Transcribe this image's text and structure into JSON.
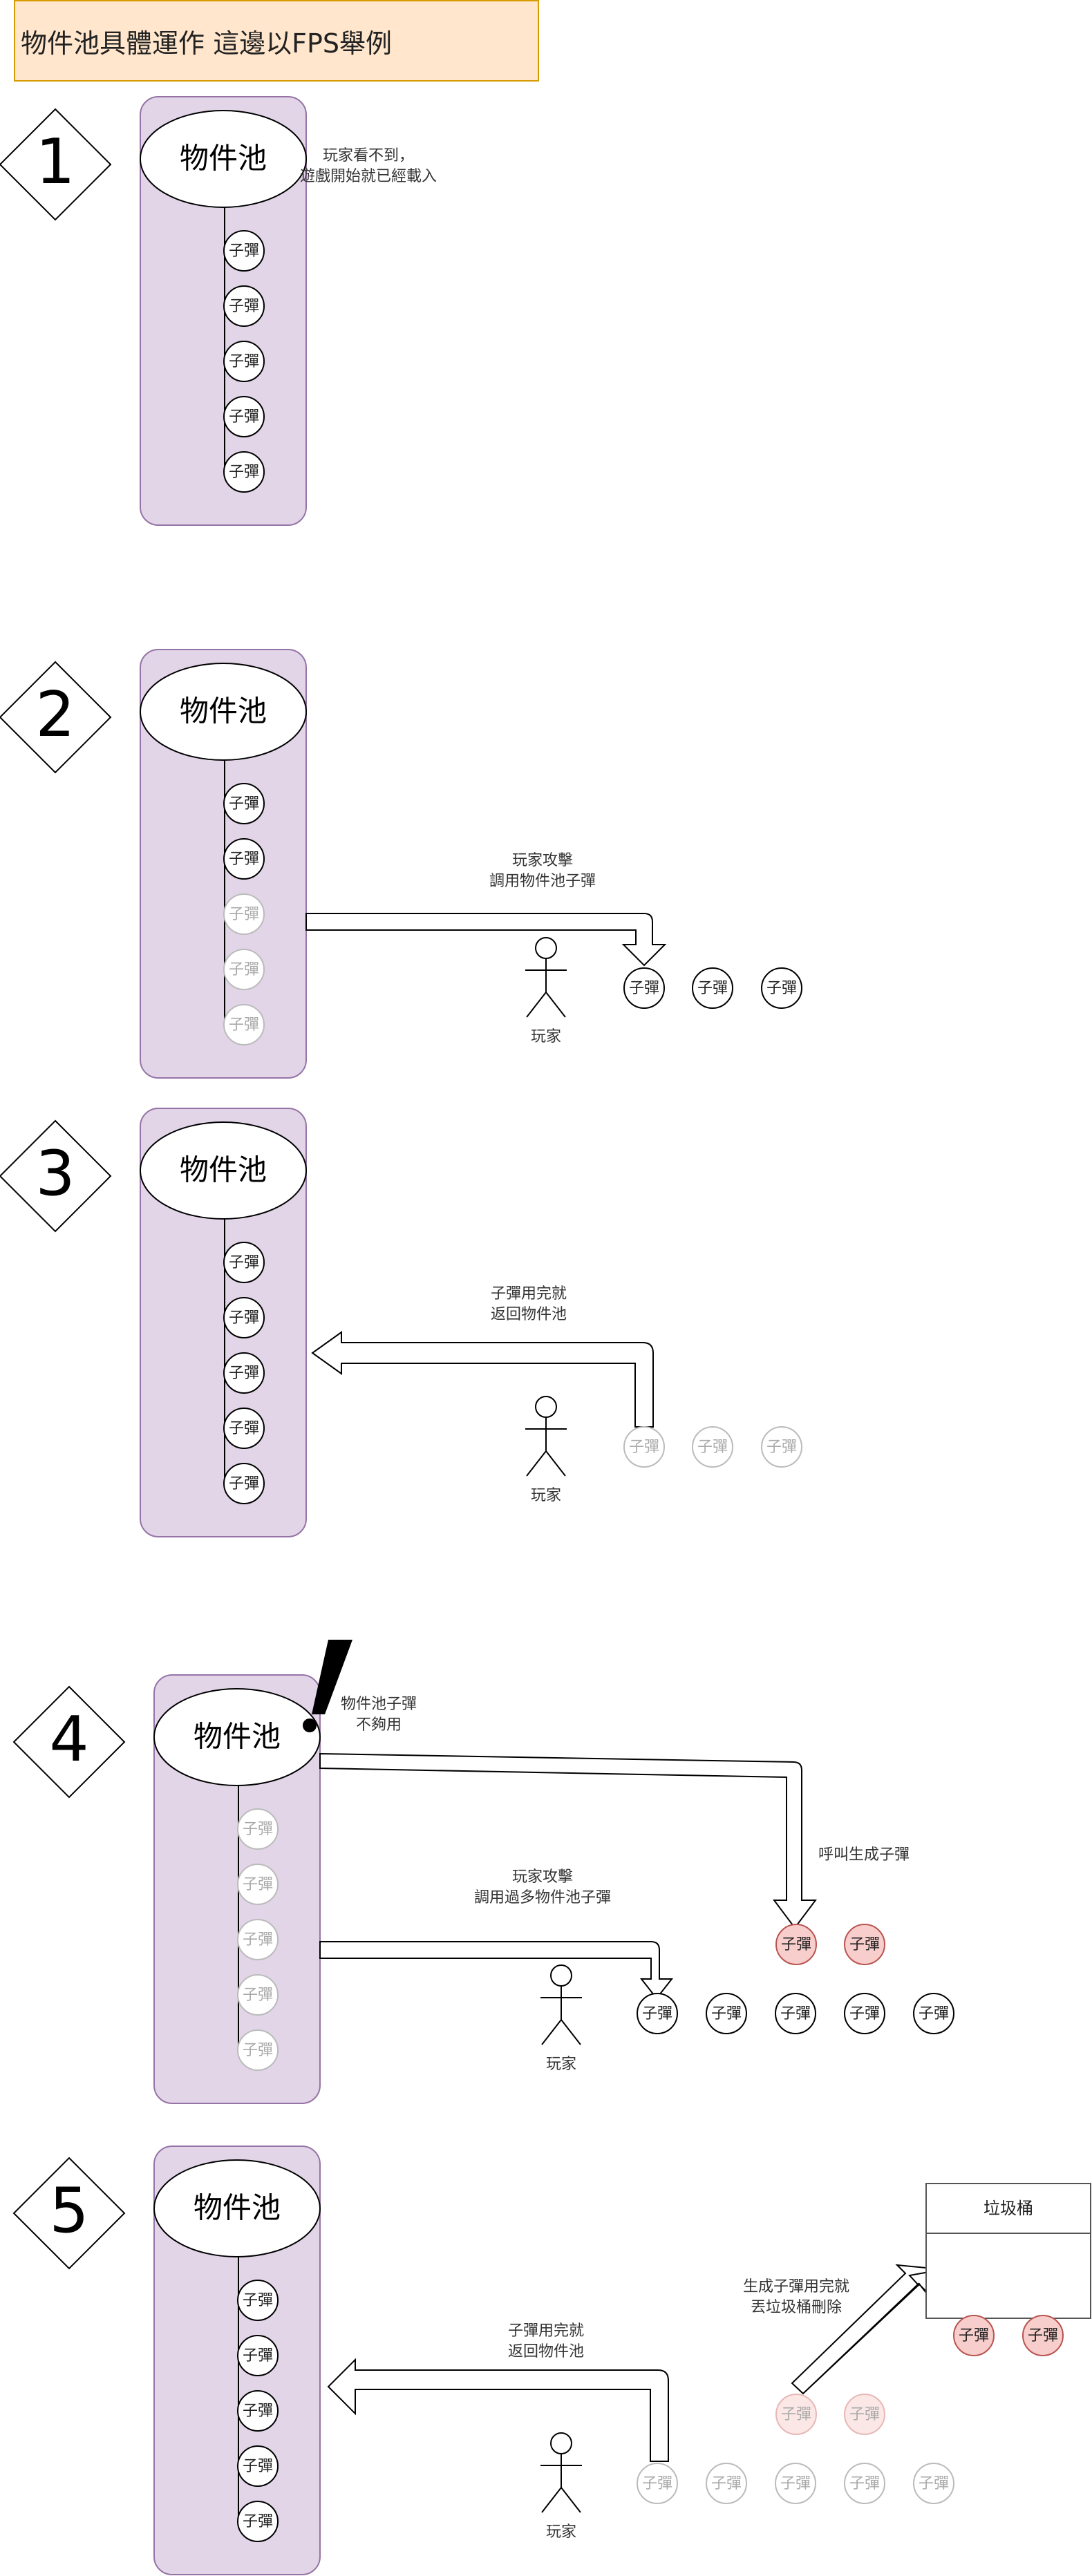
{
  "title": "物件池具體運作 這邊以FPS舉例",
  "colors": {
    "pool_fill": "#e1d5e7",
    "pool_stroke": "#9673a6",
    "title_fill": "#ffe6cc",
    "title_stroke": "#d79b00",
    "red_fill": "#f8cecc",
    "red_stroke": "#b85450",
    "faded": "#bbbbbb"
  },
  "labels": {
    "pool": "物件池",
    "bullet": "子彈",
    "player": "玩家",
    "trash": "垃圾桶",
    "exclamation": "!"
  },
  "steps": [
    {
      "number": "1",
      "note_lines": [
        "玩家看不到，",
        "遊戲開始就已經載入"
      ]
    },
    {
      "number": "2",
      "arrow_label_lines": [
        "玩家攻擊",
        "調用物件池子彈"
      ]
    },
    {
      "number": "3",
      "arrow_label_lines": [
        "子彈用完就",
        "返回物件池"
      ]
    },
    {
      "number": "4",
      "note_lines": [
        "物件池子彈",
        "不夠用"
      ],
      "spawn_label": "呼叫生成子彈",
      "arrow_label_lines": [
        "玩家攻擊",
        "調用過多物件池子彈"
      ]
    },
    {
      "number": "5",
      "arrow_label_lines": [
        "子彈用完就",
        "返回物件池"
      ],
      "delete_label_lines": [
        "生成子彈用完就",
        "丟垃圾桶刪除"
      ]
    }
  ]
}
